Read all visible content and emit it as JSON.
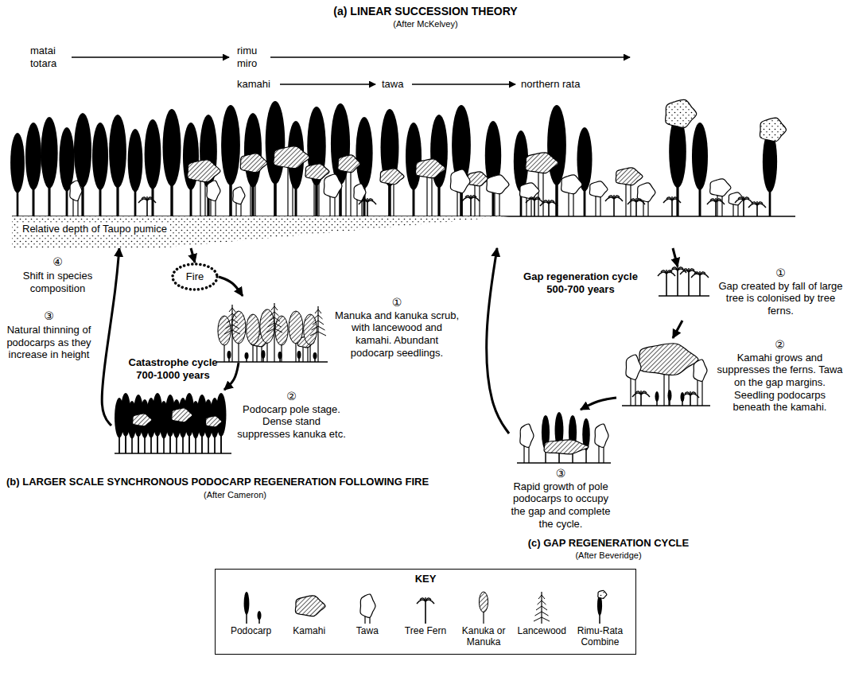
{
  "diagram": {
    "title": "(a) LINEAR SUCCESSION THEORY",
    "nodes": [
      {
        "text": [
          "Relative depth of Taupo pumice"
        ]
      },
      {
        "text": [
          "Fire"
        ]
      },
      {
        "text": [
          "①",
          "Manuka and kanuka scrub, with lancewood and kamahi. Abundant podocarp seedlings."
        ]
      },
      {
        "text": [
          "②",
          "Podocarp pole stage. Dense stand suppresses kanuka etc."
        ]
      },
      {
        "text": [
          "①",
          "Gap created by fall of large tree is colonised by tree ferns."
        ]
      },
      {
        "text": [
          "②",
          "Kamahi grows and suppresses the ferns. Tawa on the gap margins. Seedling podocarps beneath the kamahi."
        ]
      },
      {
        "text": [
          "③",
          "Rapid growth of pole podocarps to occupy the gap and complete the cycle."
        ]
      },
      {
        "text": [
          "KEY"
        ]
      }
    ],
    "edges": [
      {
        "from": 0,
        "to": 1,
        "arrow": "to"
      },
      {
        "from": 1,
        "to": 2,
        "arrow": "to"
      },
      {
        "from": 2,
        "to": 3,
        "arrow": "to"
      },
      {
        "from": 3,
        "to": 0,
        "arrow": "to"
      },
      {
        "from": 0,
        "to": 4,
        "arrow": "to"
      },
      {
        "from": 4,
        "to": 5,
        "arrow": "to"
      },
      {
        "from": 5,
        "to": 6,
        "arrow": "to"
      },
      {
        "from": 6,
        "to": 0,
        "arrow": "to"
      }
    ],
    "labels": [
      "(After McKelvey)",
      "matai",
      "totara",
      "rimu",
      "miro",
      "kamahi",
      "tawa",
      "northern rata",
      "④",
      "Shift in species composition",
      "③",
      "Natural thinning of podocarps as they increase in height",
      "Catastrophe cycle 700-1000 years",
      "Gap regeneration cycle 500-700 years",
      "(b) LARGER SCALE SYNCHRONOUS PODOCARP REGENERATION FOLLOWING FIRE",
      "(After Cameron)",
      "(c) GAP REGENERATION CYCLE",
      "(After Beveridge)"
    ],
    "legend": [
      {
        "text": "Podocarp"
      },
      {
        "text": "Kamahi"
      },
      {
        "text": "Tawa"
      },
      {
        "text": "Tree Fern"
      },
      {
        "text": "Kanuka or Manuka"
      },
      {
        "text": "Lancewood"
      },
      {
        "text": "Rimu-Rata Combine"
      }
    ]
  }
}
